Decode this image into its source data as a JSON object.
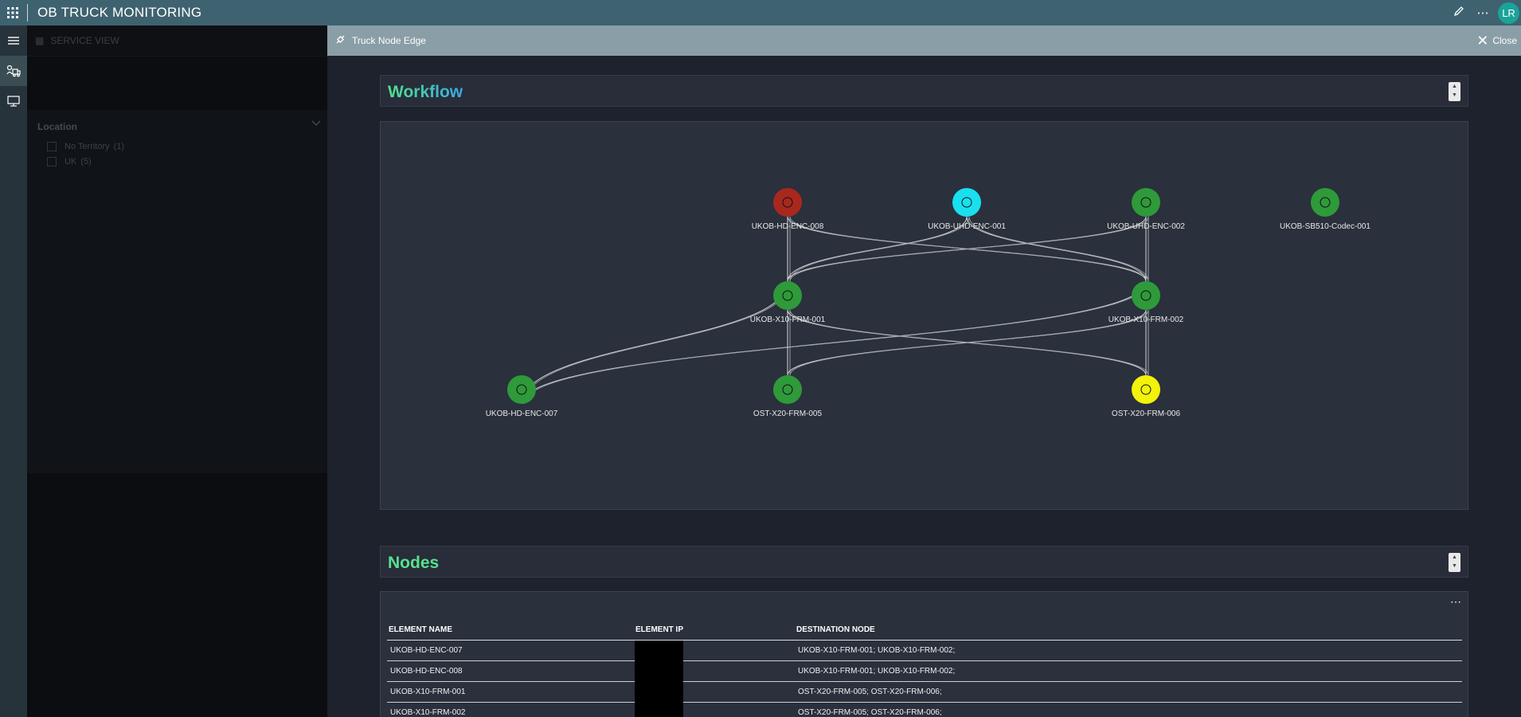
{
  "app": {
    "title": "OB TRUCK MONITORING",
    "user_initials": "LR"
  },
  "sidepanel": {
    "header": "SERVICE VIEW",
    "location_title": "Location",
    "locations": [
      {
        "label": "No Territory",
        "count": "(1)"
      },
      {
        "label": "UK",
        "count": "(5)"
      }
    ]
  },
  "subheader": {
    "title": "Truck Node Edge",
    "close_label": "Close"
  },
  "workflow": {
    "title": "Workflow",
    "nodes": [
      {
        "id": "UKOB-HD-ENC-008",
        "status": "#a8281e"
      },
      {
        "id": "UKOB-UHD-ENC-001",
        "status": "#19e0ee"
      },
      {
        "id": "UKOB-UHD-ENC-002",
        "status": "#2e9a3a"
      },
      {
        "id": "UKOB-SB510-Codec-001",
        "status": "#2e9a3a"
      },
      {
        "id": "UKOB-X10-FRM-001",
        "status": "#2e9a3a"
      },
      {
        "id": "UKOB-X10-FRM-002",
        "status": "#2e9a3a"
      },
      {
        "id": "UKOB-HD-ENC-007",
        "status": "#2e9a3a"
      },
      {
        "id": "OST-X20-FRM-005",
        "status": "#2e9a3a"
      },
      {
        "id": "OST-X20-FRM-006",
        "status": "#f2f20a"
      }
    ],
    "edges": [
      [
        "UKOB-HD-ENC-008",
        "UKOB-X10-FRM-001"
      ],
      [
        "UKOB-HD-ENC-008",
        "UKOB-X10-FRM-002"
      ],
      [
        "UKOB-UHD-ENC-001",
        "UKOB-X10-FRM-001"
      ],
      [
        "UKOB-UHD-ENC-001",
        "UKOB-X10-FRM-002"
      ],
      [
        "UKOB-UHD-ENC-002",
        "UKOB-X10-FRM-001"
      ],
      [
        "UKOB-UHD-ENC-002",
        "UKOB-X10-FRM-002"
      ],
      [
        "UKOB-HD-ENC-007",
        "UKOB-X10-FRM-001"
      ],
      [
        "UKOB-HD-ENC-007",
        "UKOB-X10-FRM-002"
      ],
      [
        "UKOB-X10-FRM-001",
        "OST-X20-FRM-005"
      ],
      [
        "UKOB-X10-FRM-001",
        "OST-X20-FRM-006"
      ],
      [
        "UKOB-X10-FRM-002",
        "OST-X20-FRM-005"
      ],
      [
        "UKOB-X10-FRM-002",
        "OST-X20-FRM-006"
      ]
    ]
  },
  "nodes_section": {
    "title": "Nodes",
    "columns": [
      "ELEMENT NAME",
      "ELEMENT IP",
      "DESTINATION NODE"
    ],
    "rows": [
      {
        "name": "UKOB-HD-ENC-007",
        "ip": "",
        "dest": "UKOB-X10-FRM-001; UKOB-X10-FRM-002;"
      },
      {
        "name": "UKOB-HD-ENC-008",
        "ip": "",
        "dest": "UKOB-X10-FRM-001; UKOB-X10-FRM-002;"
      },
      {
        "name": "UKOB-X10-FRM-001",
        "ip": "",
        "dest": "OST-X20-FRM-005; OST-X20-FRM-006;"
      },
      {
        "name": "UKOB-X10-FRM-002",
        "ip": "",
        "dest": "OST-X20-FRM-005; OST-X20-FRM-006;"
      }
    ]
  }
}
